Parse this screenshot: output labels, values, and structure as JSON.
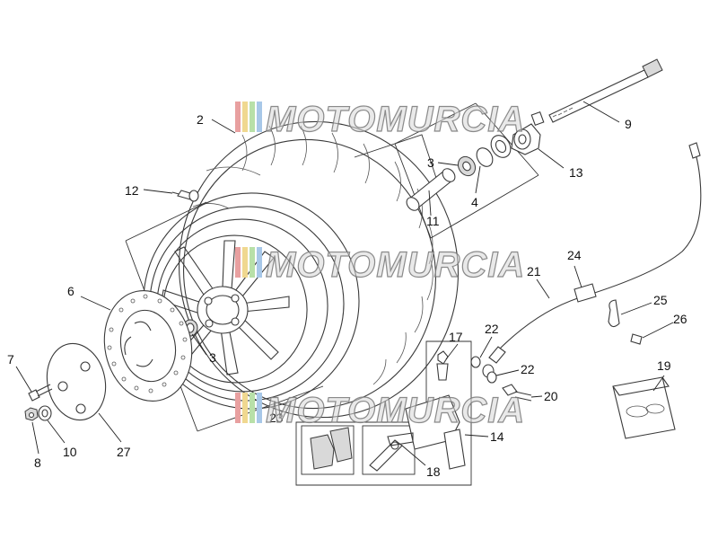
{
  "diagram": {
    "labels": [
      "2",
      "9",
      "3",
      "4",
      "11",
      "13",
      "12",
      "3",
      "6",
      "7",
      "8",
      "10",
      "27",
      "17",
      "22",
      "22",
      "20",
      "21",
      "24",
      "25",
      "26",
      "19",
      "14",
      "18",
      "23"
    ]
  },
  "watermark": {
    "brand_text": "MOTOMURCIA",
    "stripe_colors": [
      "#e8a0a0",
      "#f0d890",
      "#b8e0a8",
      "#a8c8e8"
    ]
  }
}
